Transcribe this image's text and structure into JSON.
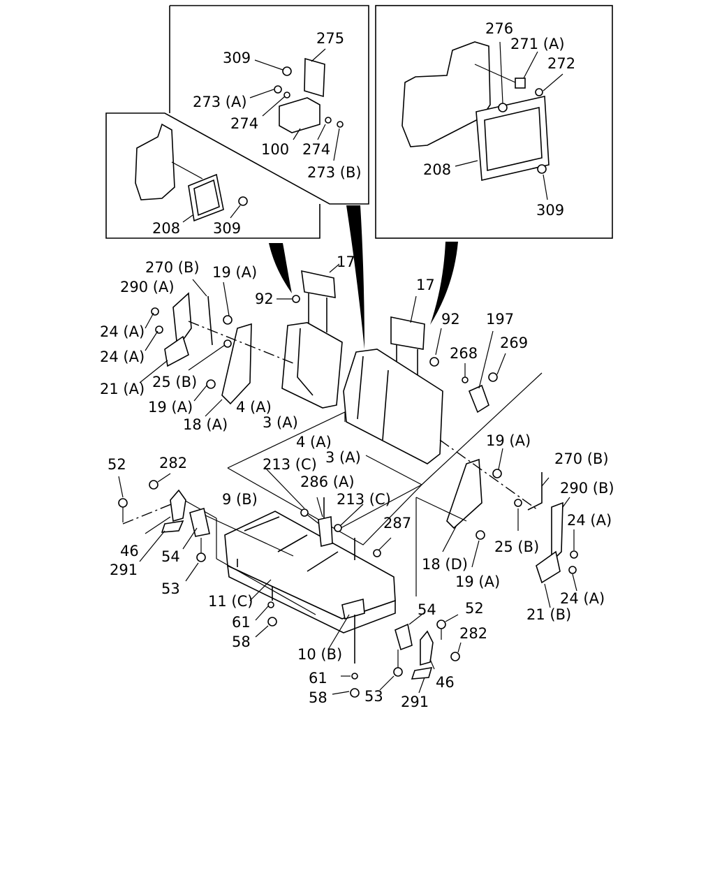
{
  "labels": {
    "l309_top": "309",
    "l275": "275",
    "l273a": "273 (A)",
    "l274_a": "274",
    "l100": "100",
    "l274_b": "274",
    "l273b": "273 (B)",
    "l276": "276",
    "l271a": "271 (A)",
    "l272": "272",
    "l208_right": "208",
    "l309_right": "309",
    "l208_left": "208",
    "l309_left": "309",
    "l270b_left": "270 (B)",
    "l19a_1": "19 (A)",
    "l17_left": "17",
    "l290a": "290 (A)",
    "l92_left": "92",
    "l24a_1": "24 (A)",
    "l24a_2": "24 (A)",
    "l21a": "21 (A)",
    "l25b_left": "25 (B)",
    "l19a_2": "19 (A)",
    "l18a": "18 (A)",
    "l4a_left": "4 (A)",
    "l3a_left": "3 (A)",
    "l17_right": "17",
    "l92_right": "92",
    "l197": "197",
    "l268": "268",
    "l269": "269",
    "l4a_center": "4 (A)",
    "l3a_center": "3 (A)",
    "l19a_3": "19 (A)",
    "l270b_right": "270 (B)",
    "l290b": "290 (B)",
    "l52_left": "52",
    "l282_left": "282",
    "l213c_1": "213 (C)",
    "l286a": "286 (A)",
    "l9b": "9 (B)",
    "l213c_2": "213 (C)",
    "l287": "287",
    "l24a_3": "24 (A)",
    "l25b_right": "25 (B)",
    "l46_left": "46",
    "l291_left": "291",
    "l54_left": "54",
    "l18d": "18 (D)",
    "l19a_4": "19 (A)",
    "l53_left": "53",
    "l11c": "11 (C)",
    "l24a_4": "24 (A)",
    "l21b": "21 (B)",
    "l61_left": "61",
    "l58_left": "58",
    "l54_right": "54",
    "l52_right": "52",
    "l282_right": "282",
    "l10b": "10 (B)",
    "l61_right": "61",
    "l58_right": "58",
    "l53_right": "53",
    "l46_right": "46",
    "l291_right": "291"
  }
}
